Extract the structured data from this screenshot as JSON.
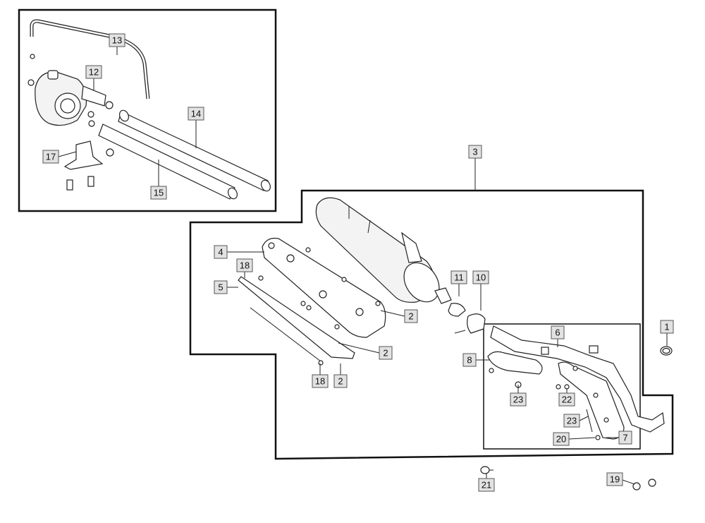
{
  "labels": [
    {
      "id": "13",
      "text": "13"
    },
    {
      "id": "12",
      "text": "12"
    },
    {
      "id": "14",
      "text": "14"
    },
    {
      "id": "17",
      "text": "17"
    },
    {
      "id": "15",
      "text": "15"
    },
    {
      "id": "3",
      "text": "3"
    },
    {
      "id": "4",
      "text": "4"
    },
    {
      "id": "18a",
      "text": "18"
    },
    {
      "id": "5",
      "text": "5"
    },
    {
      "id": "11",
      "text": "11"
    },
    {
      "id": "10",
      "text": "10"
    },
    {
      "id": "2a",
      "text": "2"
    },
    {
      "id": "2b",
      "text": "2"
    },
    {
      "id": "18b",
      "text": "18"
    },
    {
      "id": "2c",
      "text": "2"
    },
    {
      "id": "1",
      "text": "1"
    },
    {
      "id": "6",
      "text": "6"
    },
    {
      "id": "8",
      "text": "8"
    },
    {
      "id": "23a",
      "text": "23"
    },
    {
      "id": "22",
      "text": "22"
    },
    {
      "id": "23b",
      "text": "23"
    },
    {
      "id": "20",
      "text": "20"
    },
    {
      "id": "7",
      "text": "7"
    },
    {
      "id": "21",
      "text": "21"
    },
    {
      "id": "19",
      "text": "19"
    }
  ]
}
